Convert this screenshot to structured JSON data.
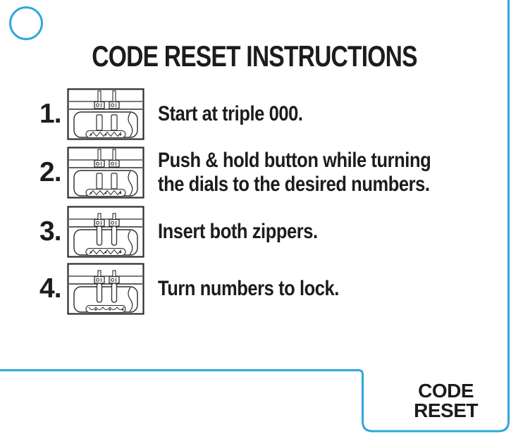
{
  "page": {
    "accent_color": "#2FA8DC",
    "text_color": "#1c1c1c",
    "background": "#ffffff"
  },
  "card": {
    "title": "CODE RESET INSTRUCTIONS",
    "steps": [
      {
        "number": "1.",
        "text": "Start at triple 000.",
        "diagram": "lock-zippers-out"
      },
      {
        "number": "2.",
        "text": "Push & hold button while turning\nthe dials to the desired numbers.",
        "diagram": "lock-zippers-out"
      },
      {
        "number": "3.",
        "text": "Insert both zippers.",
        "diagram": "lock-zippers-in"
      },
      {
        "number": "4.",
        "text": "Turn numbers to lock.",
        "diagram": "lock-zippers-in-turned"
      }
    ]
  },
  "footer": {
    "line1": "CODE",
    "line2": "RESET"
  },
  "icons": {
    "punch_hole": "circle-outline",
    "diecut_border": "rounded-cut-line"
  }
}
